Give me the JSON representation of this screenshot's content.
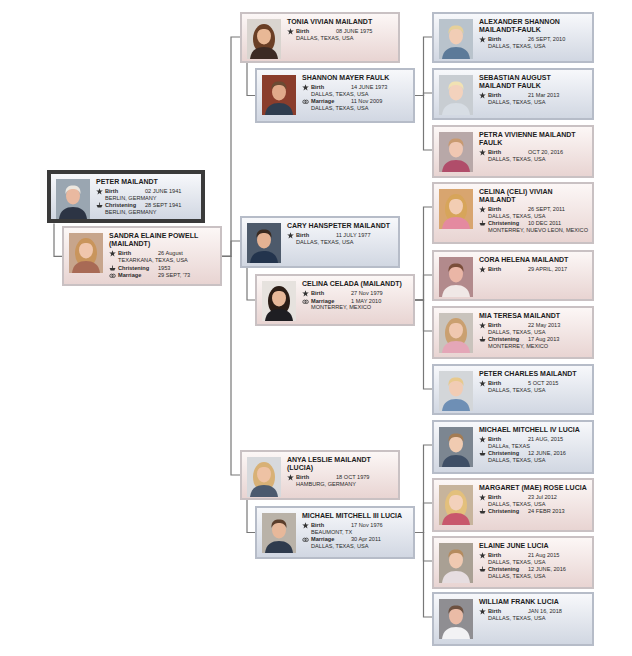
{
  "diagram": {
    "nodes": [
      {
        "text": [
          "PETER MAILANDT",
          "Birth",
          "02 JUNE 1941",
          "BERLIN, GERMANY",
          "Christening",
          "28 SEPT 1941",
          "BERLIN, GERMANY"
        ]
      },
      {
        "text": [
          "SANDRA ELAINE POWELL (MAILANDT)",
          "Birth",
          "26 August",
          "TEXARKANA, TEXAS, USA",
          "Christening",
          "1953",
          "Marriage",
          "29 SEPT, '73"
        ]
      },
      {
        "text": [
          "TONIA VIVIAN MAILANDT",
          "Birth",
          "08 JUNE 1975",
          "DALLAS, TEXAS, USA"
        ]
      },
      {
        "text": [
          "SHANNON MAYER FAULK",
          "Birth",
          "14 JUNE 1973",
          "DALLAS, TEXAS, USA",
          "Marriage",
          "11 Nov 2009",
          "DALLAS, TEXAS, USA"
        ]
      },
      {
        "text": [
          "ALEXANDER SHANNON MAILANDT-FAULK",
          "Birth",
          "26 SEPT, 2010",
          "DALLAS, TEXAS, USA"
        ]
      },
      {
        "text": [
          "SEBASTIAN AUGUST MAILANDT FAULK",
          "Birth",
          "21 Mar 2013",
          "DALLAS, TEXAS, USA"
        ]
      },
      {
        "text": [
          "PETRA VIVIENNE MAILANDT FAULK",
          "Birth",
          "OCT 20, 2016",
          "DALLAS, TEXAS, USA"
        ]
      },
      {
        "text": [
          "CARY HANSPETER MAILANDT",
          "Birth",
          "11 JULY 1977",
          "DALLAS, TEXAS, USA"
        ]
      },
      {
        "text": [
          "CELINA CELADA (MAILANDT)",
          "Birth",
          "27 Nov 1979",
          "Marriage",
          "1 MAY 2010",
          "MONTERREY, MEXICO"
        ]
      },
      {
        "text": [
          "CELINA (CELI) VIVIAN MAILANDT",
          "Birth",
          "26 SEPT, 2011",
          "DALLAS, TEXAS, USA",
          "Christening",
          "10 DEC 2011",
          "MONTERREY, NUEVO LEON, MEXICO"
        ]
      },
      {
        "text": [
          "CORA HELENA MAILANDT",
          "Birth",
          "29 APRIL, 2017"
        ]
      },
      {
        "text": [
          "MIA TERESA MAILANDT",
          "Birth",
          "22 May 2013",
          "DALLAS, TEXAS, USA",
          "Christening",
          "17 Aug 2013",
          "MONTERREY, MEXICO"
        ]
      },
      {
        "text": [
          "PETER CHARLES MAILANDT",
          "Birth",
          "5 OCT 2015",
          "DALLAS, TEXAS, USA"
        ]
      },
      {
        "text": [
          "ANYA LESLIE MAILANDT (LUCIA)",
          "Birth",
          "18 OCT 1979",
          "HAMBURG, GERMANY"
        ]
      },
      {
        "text": [
          "MICHAEL MITCHELL III LUCIA",
          "Birth",
          "17 Nov 1976",
          "BEAUMONT, TX",
          "Marriage",
          "30 Apr 2011",
          "DALLAS, TEXAS, USA"
        ]
      },
      {
        "text": [
          "MICHAEL MITCHELL IV LUCIA",
          "Birth",
          "21 AUG, 2015",
          "DALLAs, TEXAS",
          "Christening",
          "12 JUNE, 2016",
          "DALLAS, TEXAS, USA"
        ]
      },
      {
        "text": [
          "MARGARET (MAE) ROSE LUCIA",
          "Birth",
          "23 Jul 2012",
          "DALLAS, TEXAS, USA",
          "Christening",
          "24 FEBR 2013"
        ]
      },
      {
        "text": [
          "ELAINE JUNE LUCIA",
          "Birth",
          "21 Aug 2015",
          "DALLAS, TEXAS, USA",
          "Christening",
          "12 JUNE, 2016",
          "DALLAS, TEXAS, USA"
        ]
      },
      {
        "text": [
          "WILLIAM FRANK LUCIA",
          "Birth",
          "JAN 16, 2018",
          "DALLAS, TEXAS, USA"
        ]
      }
    ],
    "edges": [
      {
        "from": 0,
        "to": 1,
        "arrow": "none"
      },
      {
        "from": 1,
        "to": 2,
        "arrow": "none"
      },
      {
        "from": 1,
        "to": 7,
        "arrow": "none"
      },
      {
        "from": 1,
        "to": 13,
        "arrow": "none"
      },
      {
        "from": 2,
        "to": 3,
        "arrow": "none"
      },
      {
        "from": 7,
        "to": 8,
        "arrow": "none"
      },
      {
        "from": 13,
        "to": 14,
        "arrow": "none"
      },
      {
        "from": 3,
        "to": 4,
        "arrow": "none"
      },
      {
        "from": 3,
        "to": 5,
        "arrow": "none"
      },
      {
        "from": 3,
        "to": 6,
        "arrow": "none"
      },
      {
        "from": 8,
        "to": 9,
        "arrow": "none"
      },
      {
        "from": 8,
        "to": 10,
        "arrow": "none"
      },
      {
        "from": 8,
        "to": 11,
        "arrow": "none"
      },
      {
        "from": 8,
        "to": 12,
        "arrow": "none"
      },
      {
        "from": 14,
        "to": 15,
        "arrow": "none"
      },
      {
        "from": 14,
        "to": 16,
        "arrow": "none"
      },
      {
        "from": 14,
        "to": 17,
        "arrow": "none"
      },
      {
        "from": 14,
        "to": 18,
        "arrow": "none"
      }
    ]
  }
}
